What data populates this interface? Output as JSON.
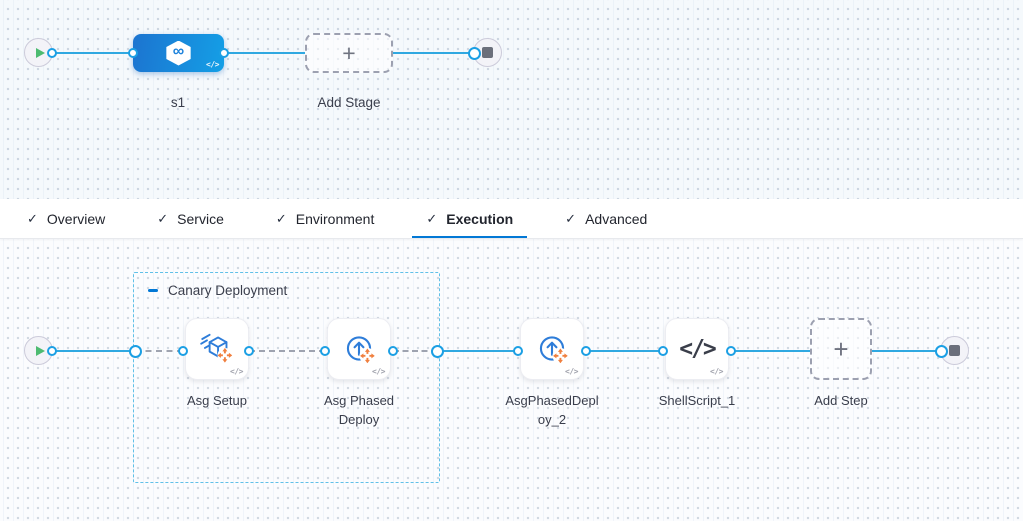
{
  "stage_pipeline": {
    "stage_label": "s1",
    "add_stage_label": "Add Stage"
  },
  "tabs": {
    "items": [
      {
        "label": "Overview",
        "checked": true,
        "active": false
      },
      {
        "label": "Service",
        "checked": true,
        "active": false
      },
      {
        "label": "Environment",
        "checked": true,
        "active": false
      },
      {
        "label": "Execution",
        "checked": true,
        "active": true
      },
      {
        "label": "Advanced",
        "checked": true,
        "active": false
      }
    ]
  },
  "execution": {
    "group": {
      "label": "Canary Deployment",
      "collapsible": true
    },
    "steps": [
      {
        "label": "Asg Setup",
        "icon": "asg-setup-icon"
      },
      {
        "label": "Asg Phased Deploy",
        "icon": "asg-phased-deploy-icon"
      },
      {
        "label": "AsgPhasedDeploy_2",
        "icon": "asg-phased-deploy-icon"
      },
      {
        "label": "ShellScript_1",
        "icon": "shell-script-icon"
      }
    ],
    "add_step_label": "Add Step"
  },
  "glyphs": {
    "check": "✓",
    "plus": "+",
    "infinity": "∞",
    "code": "</>"
  },
  "colors": {
    "edge_blue": "#2FA8E1",
    "edge_dashed_gray": "#9EA3B0",
    "accent_blue": "#0278D5",
    "stage_gradient_start": "#1C74D0",
    "stage_gradient_end": "#149FE6",
    "group_border_blue": "#5FC0E8",
    "icon_blue": "#2E7DD9",
    "icon_orange": "#F07F3E",
    "play_green": "#4DBB71",
    "stop_gray": "#6B6F7B",
    "top_canvas_bg": "#F5F9FC",
    "bottom_canvas_bg": "#FBFCFE"
  }
}
